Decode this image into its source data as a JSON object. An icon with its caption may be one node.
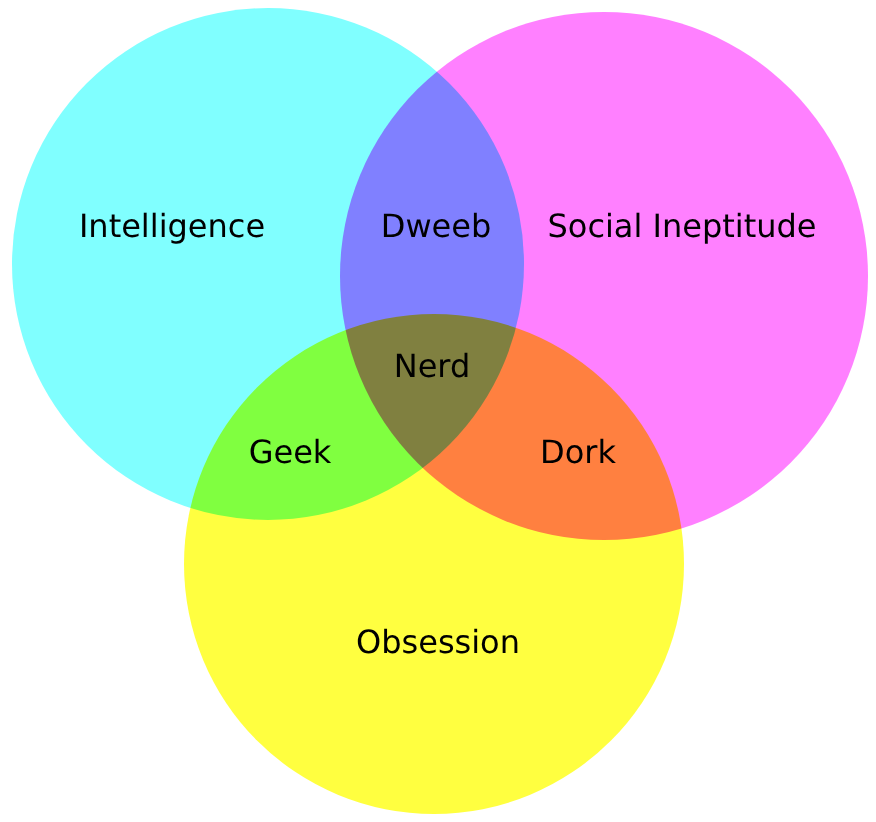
{
  "diagram": {
    "nodes": [
      {
        "text": [
          "Intelligence"
        ]
      },
      {
        "text": [
          "Social Ineptitude"
        ]
      },
      {
        "text": [
          "Obsession"
        ]
      }
    ],
    "labels": [
      "Dweeb",
      "Nerd",
      "Geek",
      "Dork"
    ]
  }
}
